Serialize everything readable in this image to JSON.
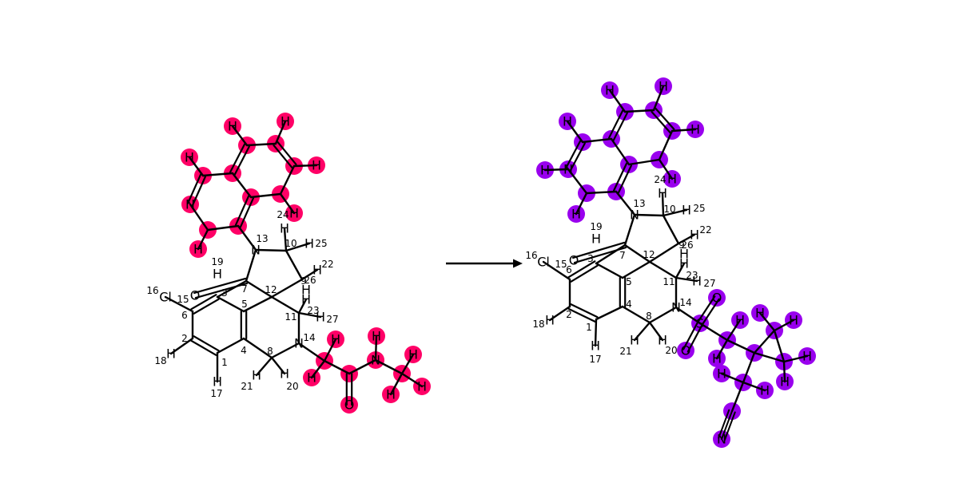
{
  "colors": {
    "background": "#FFFFFF",
    "bond": "#000000",
    "reactant_highlight": "#FF0066",
    "product_highlight": "#9900EE"
  },
  "arrow": {
    "name": "reaction-arrow",
    "direction": "right"
  },
  "reactant": {
    "atoms": [
      {
        "id": "Cl16",
        "symbol": "Cl"
      },
      {
        "id": "O3",
        "symbol": "O"
      },
      {
        "id": "N13",
        "symbol": "N"
      },
      {
        "id": "N14",
        "symbol": "N"
      },
      {
        "id": "H17",
        "symbol": "H"
      },
      {
        "id": "H18",
        "symbol": "H"
      },
      {
        "id": "H19",
        "symbol": "H"
      },
      {
        "id": "H20",
        "symbol": "H"
      },
      {
        "id": "H21",
        "symbol": "H"
      },
      {
        "id": "H22",
        "symbol": "H"
      },
      {
        "id": "H23",
        "symbol": "H"
      },
      {
        "id": "H24",
        "symbol": "H"
      },
      {
        "id": "H25",
        "symbol": "H"
      },
      {
        "id": "H26",
        "symbol": "H"
      },
      {
        "id": "H27",
        "symbol": "H"
      },
      {
        "id": "rN",
        "symbol": "N"
      },
      {
        "id": "rNH",
        "symbol": "N"
      },
      {
        "id": "rO",
        "symbol": "O"
      },
      {
        "id": "rH1",
        "symbol": "H"
      },
      {
        "id": "rH2",
        "symbol": "H"
      },
      {
        "id": "rH3",
        "symbol": "H"
      },
      {
        "id": "rH4",
        "symbol": "H"
      },
      {
        "id": "rH5",
        "symbol": "H"
      },
      {
        "id": "rH6",
        "symbol": "H"
      },
      {
        "id": "rH7",
        "symbol": "H"
      },
      {
        "id": "rH8",
        "symbol": "H"
      },
      {
        "id": "rH9",
        "symbol": "H"
      },
      {
        "id": "rH10",
        "symbol": "H"
      },
      {
        "id": "rH11",
        "symbol": "H"
      },
      {
        "id": "rH12",
        "symbol": "H"
      }
    ],
    "atom_numbers": [
      "1",
      "2",
      "3",
      "4",
      "5",
      "6",
      "7",
      "8",
      "9",
      "10",
      "11",
      "12",
      "13",
      "14",
      "15",
      "16",
      "17",
      "18",
      "19",
      "20",
      "21",
      "22",
      "23",
      "24",
      "25",
      "26",
      "27"
    ]
  },
  "product": {
    "atoms": [
      {
        "id": "Cl16",
        "symbol": "Cl"
      },
      {
        "id": "O3",
        "symbol": "O"
      },
      {
        "id": "N13",
        "symbol": "N"
      },
      {
        "id": "N14",
        "symbol": "N"
      },
      {
        "id": "S",
        "symbol": "S"
      },
      {
        "id": "SO1",
        "symbol": "O"
      },
      {
        "id": "SO2",
        "symbol": "O"
      },
      {
        "id": "CN_N",
        "symbol": "N"
      },
      {
        "id": "pN",
        "symbol": "N"
      },
      {
        "id": "H17",
        "symbol": "H"
      },
      {
        "id": "H18",
        "symbol": "H"
      },
      {
        "id": "H19",
        "symbol": "H"
      },
      {
        "id": "H20",
        "symbol": "H"
      },
      {
        "id": "H21",
        "symbol": "H"
      },
      {
        "id": "H22",
        "symbol": "H"
      },
      {
        "id": "H23",
        "symbol": "H"
      },
      {
        "id": "H24",
        "symbol": "H"
      },
      {
        "id": "H25",
        "symbol": "H"
      },
      {
        "id": "H26",
        "symbol": "H"
      },
      {
        "id": "H27",
        "symbol": "H"
      }
    ],
    "atom_numbers": [
      "1",
      "2",
      "3",
      "4",
      "5",
      "6",
      "7",
      "8",
      "9",
      "10",
      "11",
      "12",
      "13",
      "14",
      "15",
      "16",
      "17",
      "18",
      "19",
      "20",
      "21",
      "22",
      "23",
      "24",
      "25",
      "26",
      "27"
    ]
  }
}
